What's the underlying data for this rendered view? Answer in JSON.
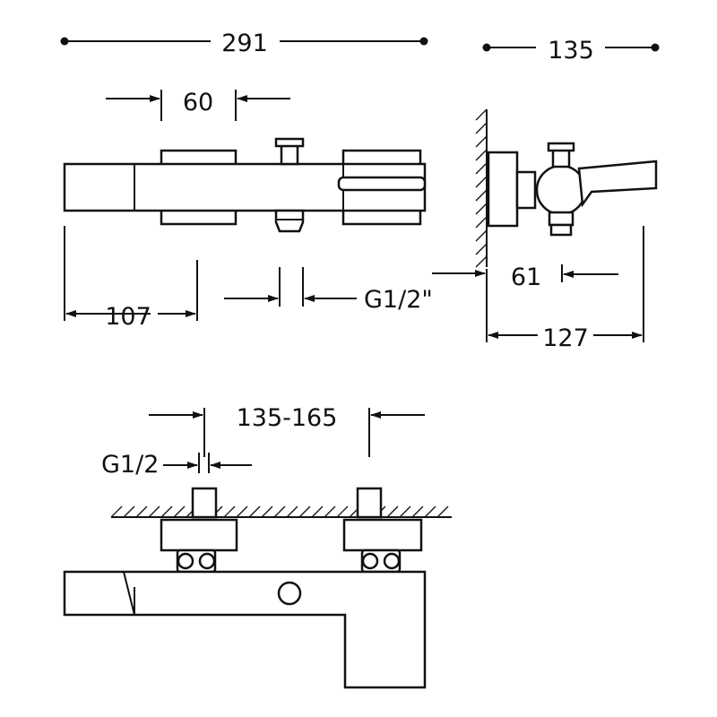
{
  "dimensions": {
    "overall_width": "291",
    "spout_depth": "135",
    "handle_width": "60",
    "left_offset": "107",
    "inlet_thread_front": "G1/2\"",
    "outlet_depth": "61",
    "body_depth": "127",
    "connection_spacing": "135-165",
    "inlet_thread": "G1/2"
  },
  "colors": {
    "line": "#111111",
    "background": "#ffffff"
  }
}
